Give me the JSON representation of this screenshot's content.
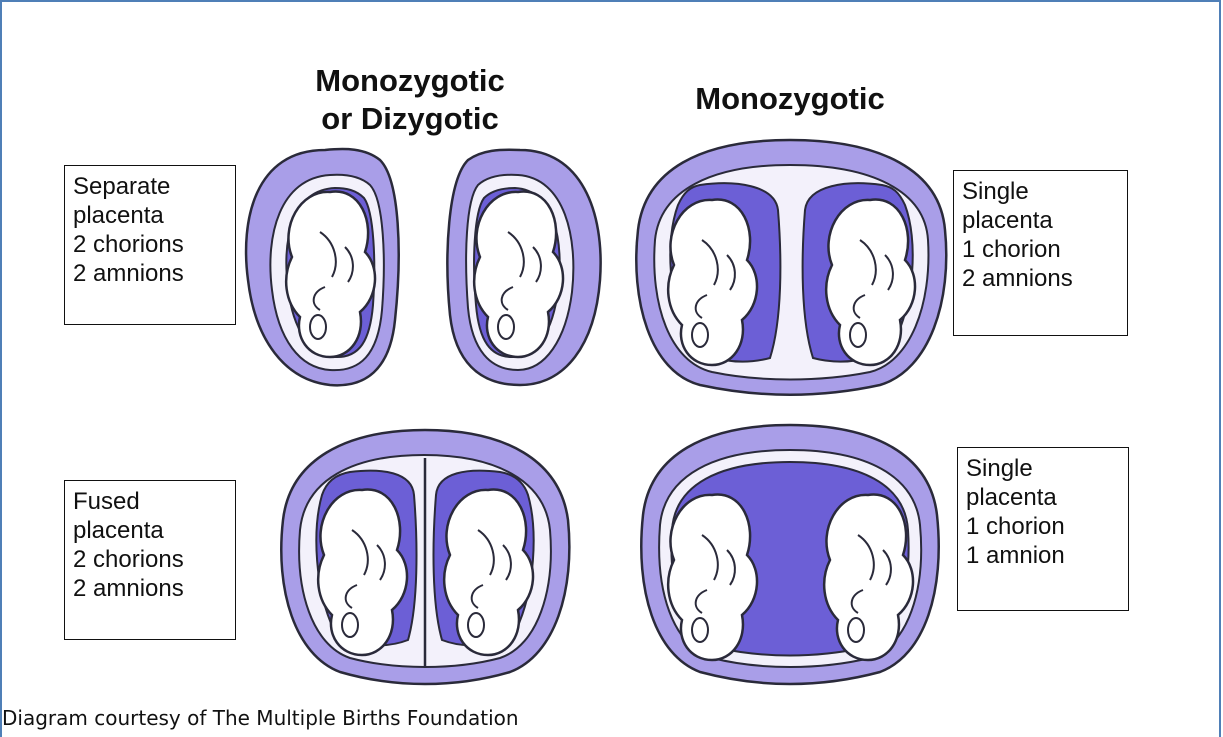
{
  "headings": {
    "left_line1": "Monozygotic",
    "left_line2": "or Dizygotic",
    "right": "Monozygotic"
  },
  "labels": {
    "top_left": [
      "Separate",
      "placenta",
      "2 chorions",
      "2 amnions"
    ],
    "top_right": [
      "Single",
      "placenta",
      "1 chorion",
      "2 amnions"
    ],
    "bottom_left": [
      "Fused",
      "placenta",
      "2 chorions",
      "2 amnions"
    ],
    "bottom_right": [
      "Single",
      "placenta",
      "1 chorion",
      "1 amnion"
    ]
  },
  "caption": "Diagram courtesy of The Multiple Births Foundation",
  "colors": {
    "amniotic": "#6c5fd6",
    "placenta": "#a99ee8",
    "membrane_fill": "#f3f1fb",
    "outline": "#2a2a3a",
    "frame": "#4f7fb7"
  }
}
